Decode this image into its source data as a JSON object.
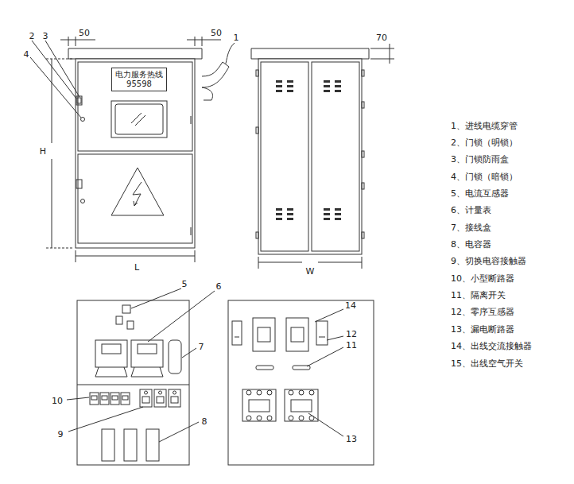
{
  "diagram": {
    "nodes": [
      {
        "text": [
          "电力服务热线",
          "95598"
        ]
      }
    ],
    "labels": [
      "2",
      "3",
      "50",
      "50",
      "1",
      "4",
      "H",
      "L",
      "W",
      "70",
      "5",
      "6",
      "7",
      "10",
      "9",
      "8",
      "14",
      "12",
      "11",
      "13",
      "1、进线电缆穿管",
      "2、门锁（明锁）",
      "3、门锁防雨盒",
      "4、门锁（暗锁）",
      "5、电流互感器",
      "6、计量表",
      "7、接线盒",
      "8、电容器",
      "9、切换电容接触器",
      "10、小型断路器",
      "11、隔离开关",
      "12、零序互感器",
      "13、漏电断路器",
      "14、出线交流接触器",
      "15、出线空气开关"
    ]
  }
}
